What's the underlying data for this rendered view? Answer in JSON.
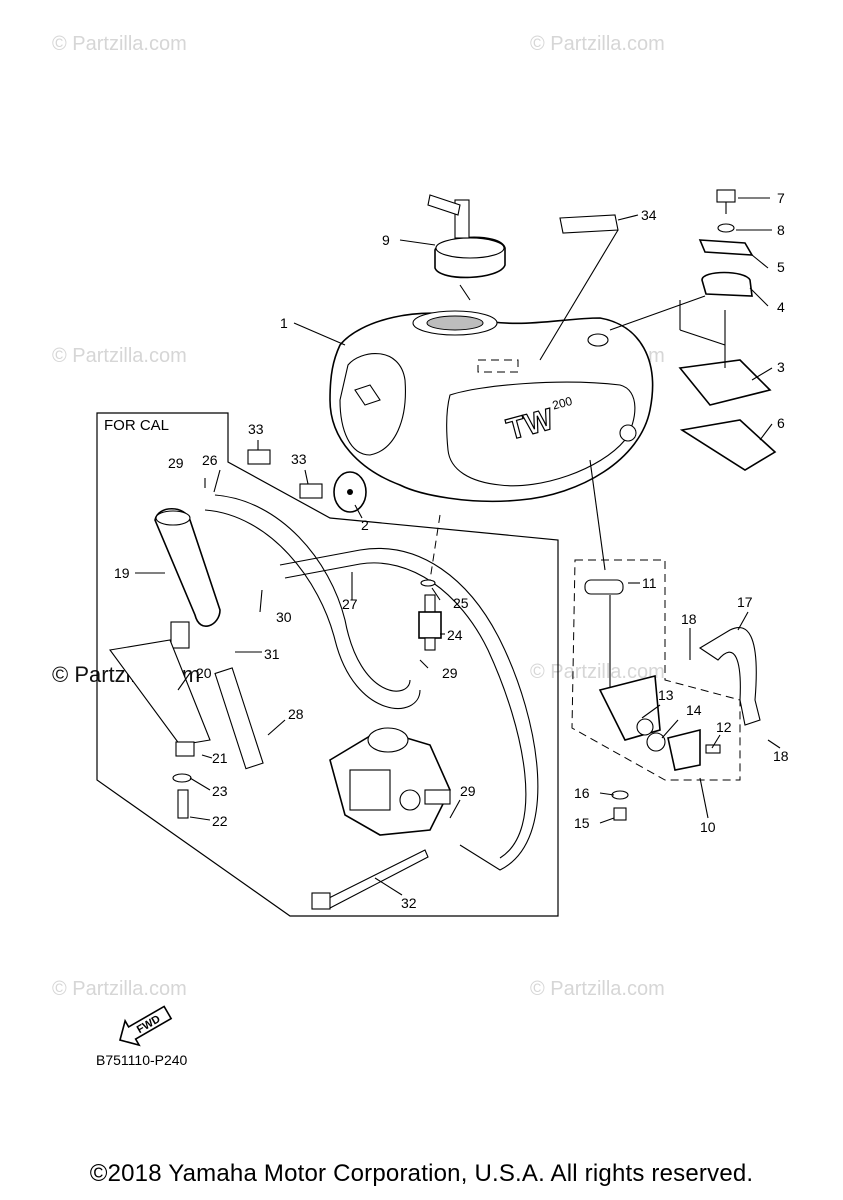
{
  "watermark": {
    "text": "© Partzilla.com",
    "foreground_text": "© Partzilla.com"
  },
  "callouts": {
    "c1": "1",
    "c2": "2",
    "c3": "3",
    "c4": "4",
    "c5": "5",
    "c6": "6",
    "c7": "7",
    "c8": "8",
    "c9": "9",
    "c10": "10",
    "c11": "11",
    "c12": "12",
    "c13": "13",
    "c14": "14",
    "c15": "15",
    "c16": "16",
    "c17": "17",
    "c18a": "18",
    "c18b": "18",
    "c19": "19",
    "c20": "20",
    "c21": "21",
    "c22": "22",
    "c23": "23",
    "c24": "24",
    "c25": "25",
    "c26": "26",
    "c27": "27",
    "c28": "28",
    "c29a": "29",
    "c29b": "29",
    "c29c": "29",
    "c30": "30",
    "c31": "31",
    "c32": "32",
    "c33a": "33",
    "c33b": "33",
    "c34": "34"
  },
  "box_label": "FOR CAL",
  "fwd_label": "FWD",
  "tank_emblem": "TW",
  "tank_emblem_sub": "200",
  "ref_code": "B751110-P240",
  "copyright": "©2018 Yamaha Motor Corporation, U.S.A. All rights reserved."
}
